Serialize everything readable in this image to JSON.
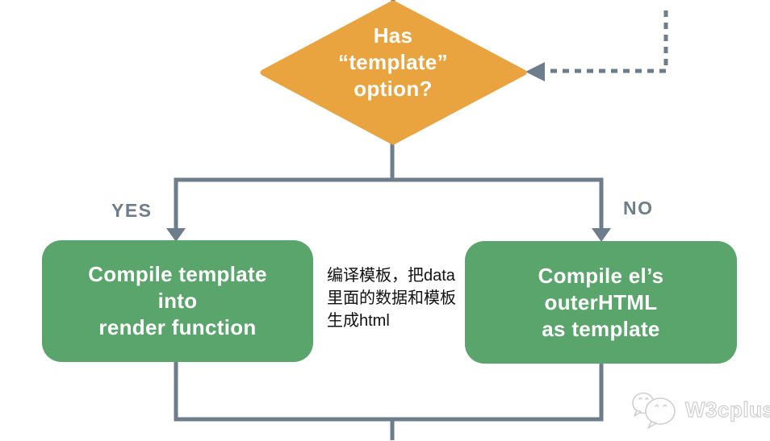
{
  "diagram": {
    "decision": {
      "lines": [
        "Has",
        "“template”",
        "option?"
      ]
    },
    "yes_label": "YES",
    "no_label": "NO",
    "left_box": {
      "lines": [
        "Compile template",
        "into",
        "render function"
      ]
    },
    "right_box": {
      "lines": [
        "Compile el’s",
        "outerHTML",
        "as template"
      ]
    },
    "annotation": {
      "lines": [
        "编译模板，把data",
        "里面的数据和模板",
        "生成html"
      ]
    },
    "watermark": "W3cplus",
    "colors": {
      "diamond": "#E9A43F",
      "box": "#59A56B",
      "line": "#6E7D8B",
      "annotation_text": "#111111",
      "watermark": "#cfcfcf",
      "text_on_shapes": "#ffffff"
    }
  }
}
